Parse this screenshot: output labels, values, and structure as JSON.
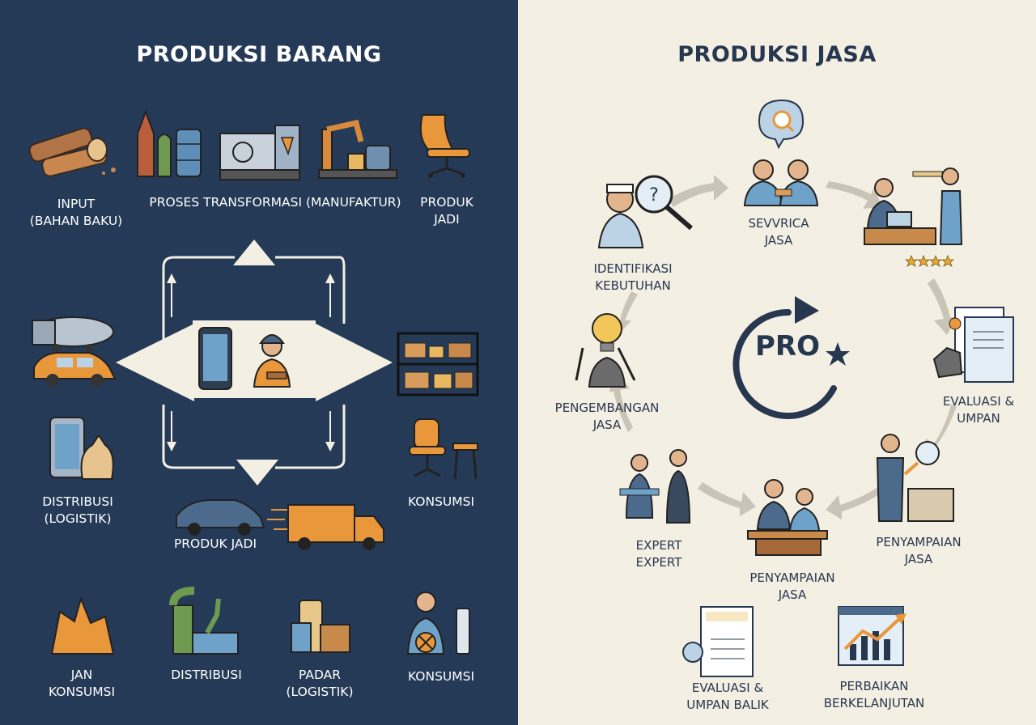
{
  "left": {
    "title": "PRODUKSI BARANG",
    "labels": {
      "input": "INPUT\n(BAHAN BAKU)",
      "proses": "PROSES TRANSFORMASI (MANUFAKTUR)",
      "produk_jadi_top": "PRODUK\nJADI",
      "distribusi_logistik": "DISTRIBUSI\n(LOGISTIK)",
      "konsumsi_mid": "KONSUMSI",
      "produk_jadi_bottom": "PRODUK JADI",
      "jan_konsumsi": "JAN\nKONSUMSI",
      "distribusi": "DISTRIBUSI",
      "padar_logistik": "PADAR\n(LOGISTIK)",
      "konsumsi_bottom": "KONSUMSI"
    }
  },
  "right": {
    "title": "PRODUKSI JASA",
    "center_text": "PRO",
    "labels": {
      "servica": "SEVVRICA\nJASA",
      "identifikasi": "IDENTIFIKASI\nKEBUTUHAN",
      "pengembangan": "PENGEMBANGAN\nJASA",
      "evaluasi_umpan": "EVALUASI &\nUMPAN",
      "expert": "EXPERT\nEXPERT",
      "penyampaian_center": "PENYAMPAIAN\nJASA",
      "penyampaian_right": "PENYAMPAIAN\nJASA",
      "evaluasi_balik": "EVALUASI &\nUMPAN BALIK",
      "perbaikan": "PERBAIKAN\nBERKELANJUTAN"
    }
  },
  "colors": {
    "left_bg": "#253a57",
    "right_bg": "#f4efe3",
    "accent_orange": "#e8973a",
    "navy": "#27374f",
    "arrow_gray": "#c9c4b6",
    "star_gold": "#e7a935"
  }
}
